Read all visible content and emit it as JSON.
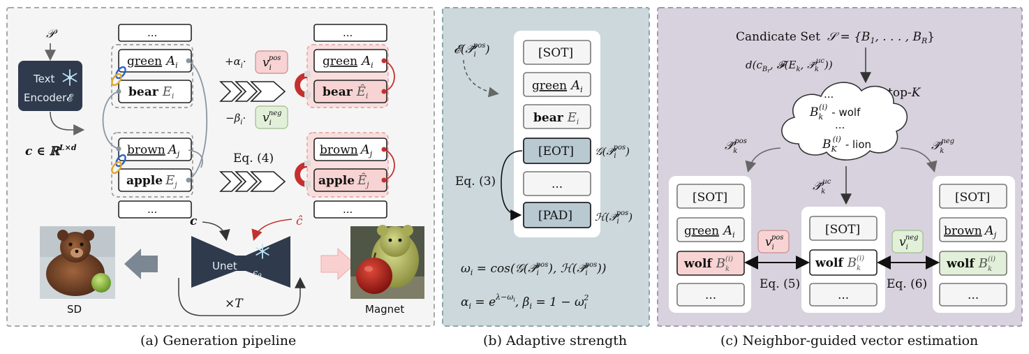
{
  "panels": {
    "a": {
      "caption": "(a) Generation pipeline",
      "prompt_symbol": "𝒫",
      "encoder_line1": "Text",
      "encoder_line2": "Encoder𝓔",
      "embedding_label": "c ∈ ℝ",
      "embedding_sup": "L×d",
      "tokens_left": [
        "...",
        "green",
        "A",
        "bear",
        "E",
        "brown",
        "A",
        "apple",
        "E",
        "..."
      ],
      "left_group1": {
        "word1": "green",
        "sym1": "A",
        "sub1": "i",
        "word2": "bear",
        "sym2": "E",
        "sub2": "i"
      },
      "left_group2": {
        "word1": "brown",
        "sym1": "A",
        "sub1": "j",
        "word2": "apple",
        "sym2": "E",
        "sub2": "j"
      },
      "ellipsis": "...",
      "plus_alpha": "+α",
      "alpha_sub": "i",
      "dot": "·",
      "minus_beta": "−β",
      "beta_sub": "i",
      "v_pos": "v",
      "v_pos_sub": "i",
      "v_pos_sup": "pos",
      "v_neg": "v",
      "v_neg_sub": "i",
      "v_neg_sup": "neg",
      "eq4": "Eq. (4)",
      "right_group1": {
        "word1": "green",
        "sym1": "A",
        "sub1": "i",
        "word2": "bear",
        "sym2": "Ê",
        "sub2": "i"
      },
      "right_group2": {
        "word1": "brown",
        "sym1": "A",
        "sub1": "j",
        "word2": "apple",
        "sym2": "Ê",
        "sub2": "j"
      },
      "c_label": "c",
      "c_hat_label": "ĉ",
      "unet_label": "Unet",
      "epsilon_label": "ϵ",
      "epsilon_sub": "θ",
      "loop_label": "×T",
      "sd_label": "SD",
      "magnet_label": "Magnet"
    },
    "b": {
      "caption": "(b) Adaptive strength",
      "encoder_out": "𝓔(𝒫̃",
      "encoder_out_sub": "i",
      "encoder_out_sup": "pos",
      "tokens": [
        "[SOT]",
        "green",
        "A",
        "bear",
        "E",
        "[EOT]",
        "...",
        "[PAD]"
      ],
      "sot": "[SOT]",
      "green_word": "green",
      "green_sym": "A",
      "green_sub": "i",
      "bear_word": "bear",
      "bear_sym": "E",
      "bear_sub": "i",
      "eot": "[EOT]",
      "dots": "...",
      "pad": "[PAD]",
      "g_label": "𝒢(𝒫̃",
      "h_label": "ℋ(𝒫̃",
      "gh_sub": "i",
      "gh_sup": "pos",
      "eq3": "Eq. (3)",
      "omega_eq": "ω",
      "omega_sub": "i",
      "omega_rhs": " = cos(𝒢(𝒫̃",
      "omega_rhs2": "), ℋ(𝒫̃",
      "omega_rhs3": "))",
      "alpha_eq": "α",
      "alpha_rhs": " = e",
      "alpha_exp": "λ−ω",
      "alpha_exp_sub": "i",
      "beta_part": ", β",
      "beta_rhs": " = 1 − ω",
      "beta_sup": "2"
    },
    "c": {
      "caption": "(c) Neighbor-guided vector estimation",
      "candidate_text": "Candicate Set",
      "set_def": "𝒮 = {B",
      "set_def2": ", . . . , B",
      "set_sub1": "1",
      "set_subR": "R",
      "set_close": "}",
      "distance": "d(c",
      "distance_sub": "B",
      "distance_subsub": "r",
      "distance_rest": ", 𝓕(E",
      "distance_rest2": ", 𝒫̃",
      "distance_sup": "uc",
      "distance_close": "))",
      "topk": "top-",
      "topk_K": "K",
      "cloud_dots1": "...",
      "cloud_dots2": "...",
      "cloud_wolf": "- wolf",
      "cloud_lion": "- lion",
      "cloud_B": "B",
      "cloud_k_sub": "k",
      "cloud_K_sub": "K",
      "cloud_sup": "(i)",
      "p_pos": "𝒫̃",
      "p_sub": "k",
      "p_pos_sup": "pos",
      "p_neg_sup": "neg",
      "p_uc_sup": "uc",
      "left_tokens": {
        "sot": "[SOT]",
        "word": "green",
        "sym": "A",
        "sub": "i",
        "wolf": "wolf",
        "dots": "..."
      },
      "mid_tokens": {
        "sot": "[SOT]",
        "wolf": "wolf",
        "dots": "..."
      },
      "right_tokens": {
        "sot": "[SOT]",
        "word": "brown",
        "sym": "A",
        "sub": "j",
        "wolf": "wolf",
        "dots": "..."
      },
      "eq5": "Eq. (5)",
      "eq6": "Eq. (6)",
      "v_pos": "v",
      "v_neg": "v",
      "v_sub": "i",
      "v_pos_sup": "pos",
      "v_neg_sup": "neg"
    }
  },
  "colors": {
    "encoder_bg": "#2f3a4d",
    "unet_bg": "#2f3a4d",
    "pink_accent": "#c4302e",
    "positive_fill": "#f7d3d3",
    "negative_fill": "#e2f0da",
    "eot_pad_fill": "#b9c9d2",
    "panel_b_bg": "#ccd8dc",
    "panel_c_bg": "#d8d2de",
    "arrow_gray": "#7b8793"
  },
  "icons": [
    "snowflake-icon",
    "chain-link-icon",
    "magnet-icon",
    "chevron-arrow-icon",
    "teddy-bear-image",
    "apple-image",
    "cloud-shape"
  ]
}
